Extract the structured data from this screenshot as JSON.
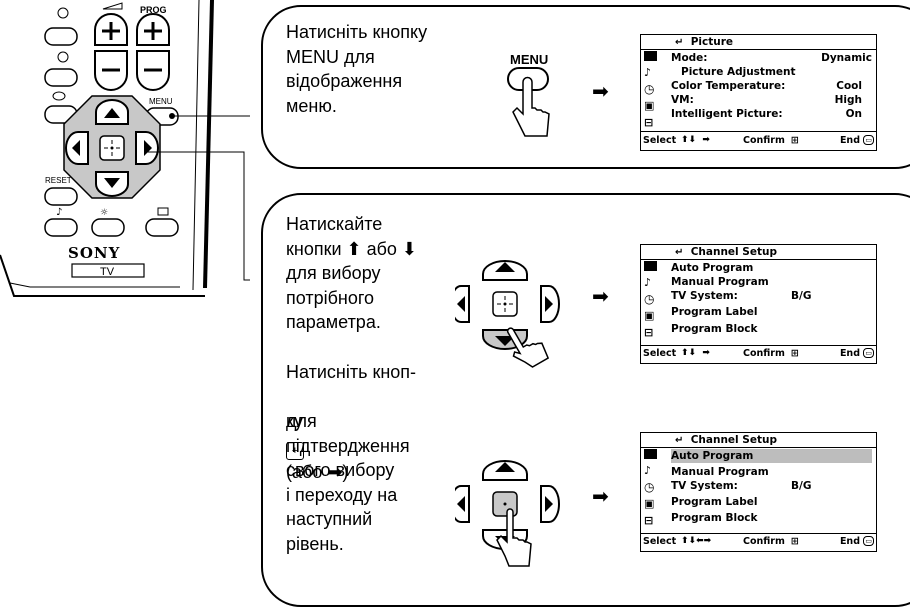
{
  "remote": {
    "prog_label": "PROG",
    "menu_label": "MENU",
    "reset_label": "RESET",
    "brand": "SONY",
    "tv_label": "TV",
    "plus_icon": "plus-icon",
    "minus_icon": "minus-icon"
  },
  "step1": {
    "text": "Натисніть кнопку\nMENU для\nвідображення\nменю.",
    "menu_button_label": "MENU",
    "osd": {
      "title": "Picture",
      "rows": [
        {
          "label": "Mode:",
          "value": "Dynamic"
        },
        {
          "label": "Picture Adjustment",
          "value": ""
        },
        {
          "label": "Color Temperature:",
          "value": "Cool"
        },
        {
          "label": "VM:",
          "value": "High"
        },
        {
          "label": "Intelligent Picture:",
          "value": "On"
        }
      ],
      "footer": {
        "select": "Select",
        "confirm": "Confirm",
        "end": "End"
      }
    }
  },
  "step2": {
    "text": "Натискайте\nкнопки ⬆ або ⬇\nдля вибору\nпотрібного\nпараметра.",
    "osd": {
      "title": "Channel Setup",
      "rows": [
        {
          "label": "Auto Program",
          "value": ""
        },
        {
          "label": "Manual Program",
          "value": ""
        },
        {
          "label": "TV System:",
          "value": "B/G"
        },
        {
          "label": "Program Label",
          "value": ""
        },
        {
          "label": "Program Block",
          "value": ""
        }
      ],
      "footer": {
        "select": "Select",
        "confirm": "Confirm",
        "end": "End"
      }
    }
  },
  "step3": {
    "text_line1": "Натисніть кноп-",
    "text_line2_pre": "ку",
    "text_line2_post": "(або ➡)",
    "text_rest": "для\nпідтвердження\nсвого вибору\nі переходу на\nнаступний\nрівень.",
    "osd": {
      "title": "Channel Setup",
      "rows": [
        {
          "label": "Auto Program",
          "value": ""
        },
        {
          "label": "Manual Program",
          "value": ""
        },
        {
          "label": "TV System:",
          "value": "B/G"
        },
        {
          "label": "Program Label",
          "value": ""
        },
        {
          "label": "Program Block",
          "value": ""
        }
      ],
      "footer": {
        "select": "Select",
        "confirm": "Confirm",
        "end": "End"
      }
    }
  }
}
